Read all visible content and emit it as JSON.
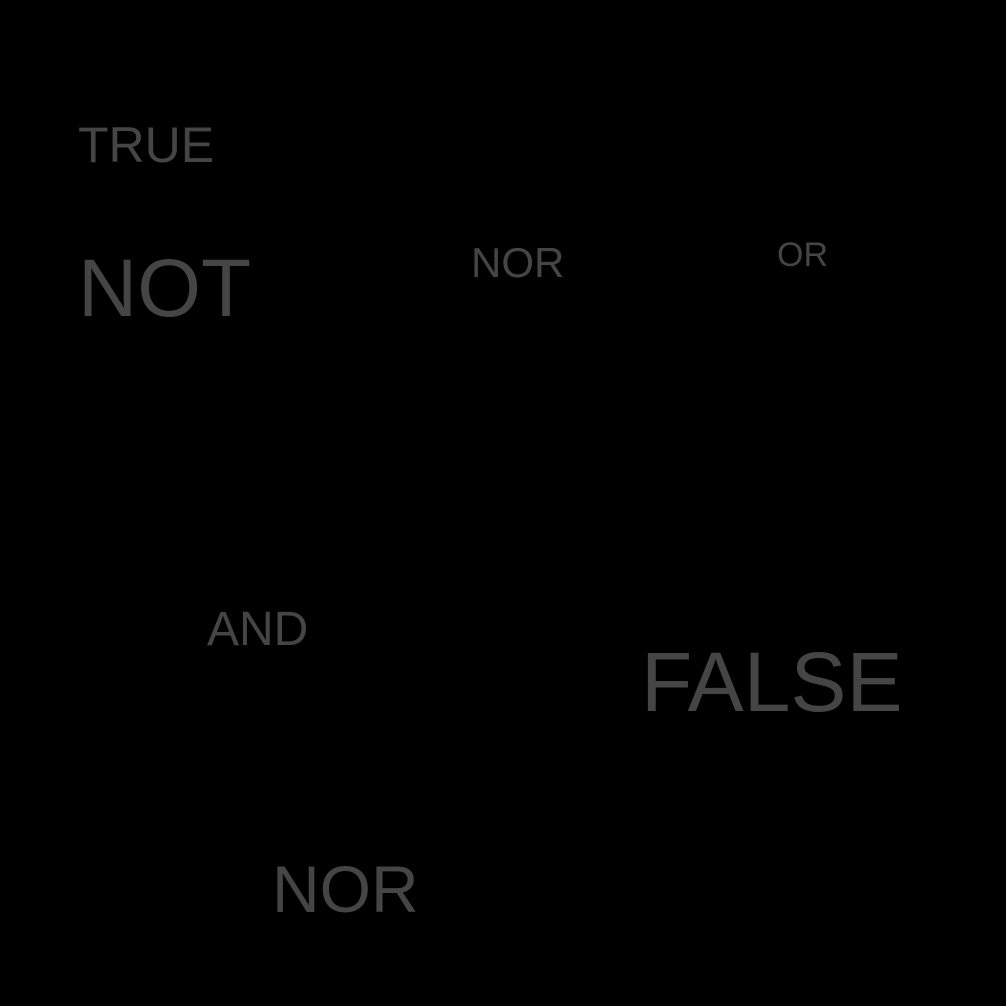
{
  "words": {
    "true": "TRUE",
    "not": "NOT",
    "nor_top": "NOR",
    "or": "OR",
    "and": "AND",
    "false": "FALSE",
    "nor_bottom": "NOR"
  },
  "colors": {
    "background": "#000000",
    "text": "#454545"
  }
}
